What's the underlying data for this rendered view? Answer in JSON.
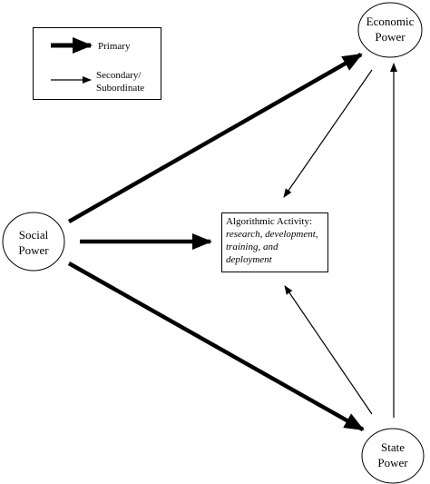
{
  "legend": {
    "primary_label": "Primary",
    "secondary_label_line1": "Secondary/",
    "secondary_label_line2": "Subordinate"
  },
  "nodes": {
    "economic": {
      "line1": "Economic",
      "line2": "Power"
    },
    "social": {
      "line1": "Social",
      "line2": "Power"
    },
    "state": {
      "line1": "State",
      "line2": "Power"
    }
  },
  "activity_box": {
    "line1": "Algorithmic Activity:",
    "line2": "research, development,",
    "line3": "training, and",
    "line4": "deployment"
  },
  "colors": {
    "stroke": "#000000",
    "background": "#ffffff"
  }
}
